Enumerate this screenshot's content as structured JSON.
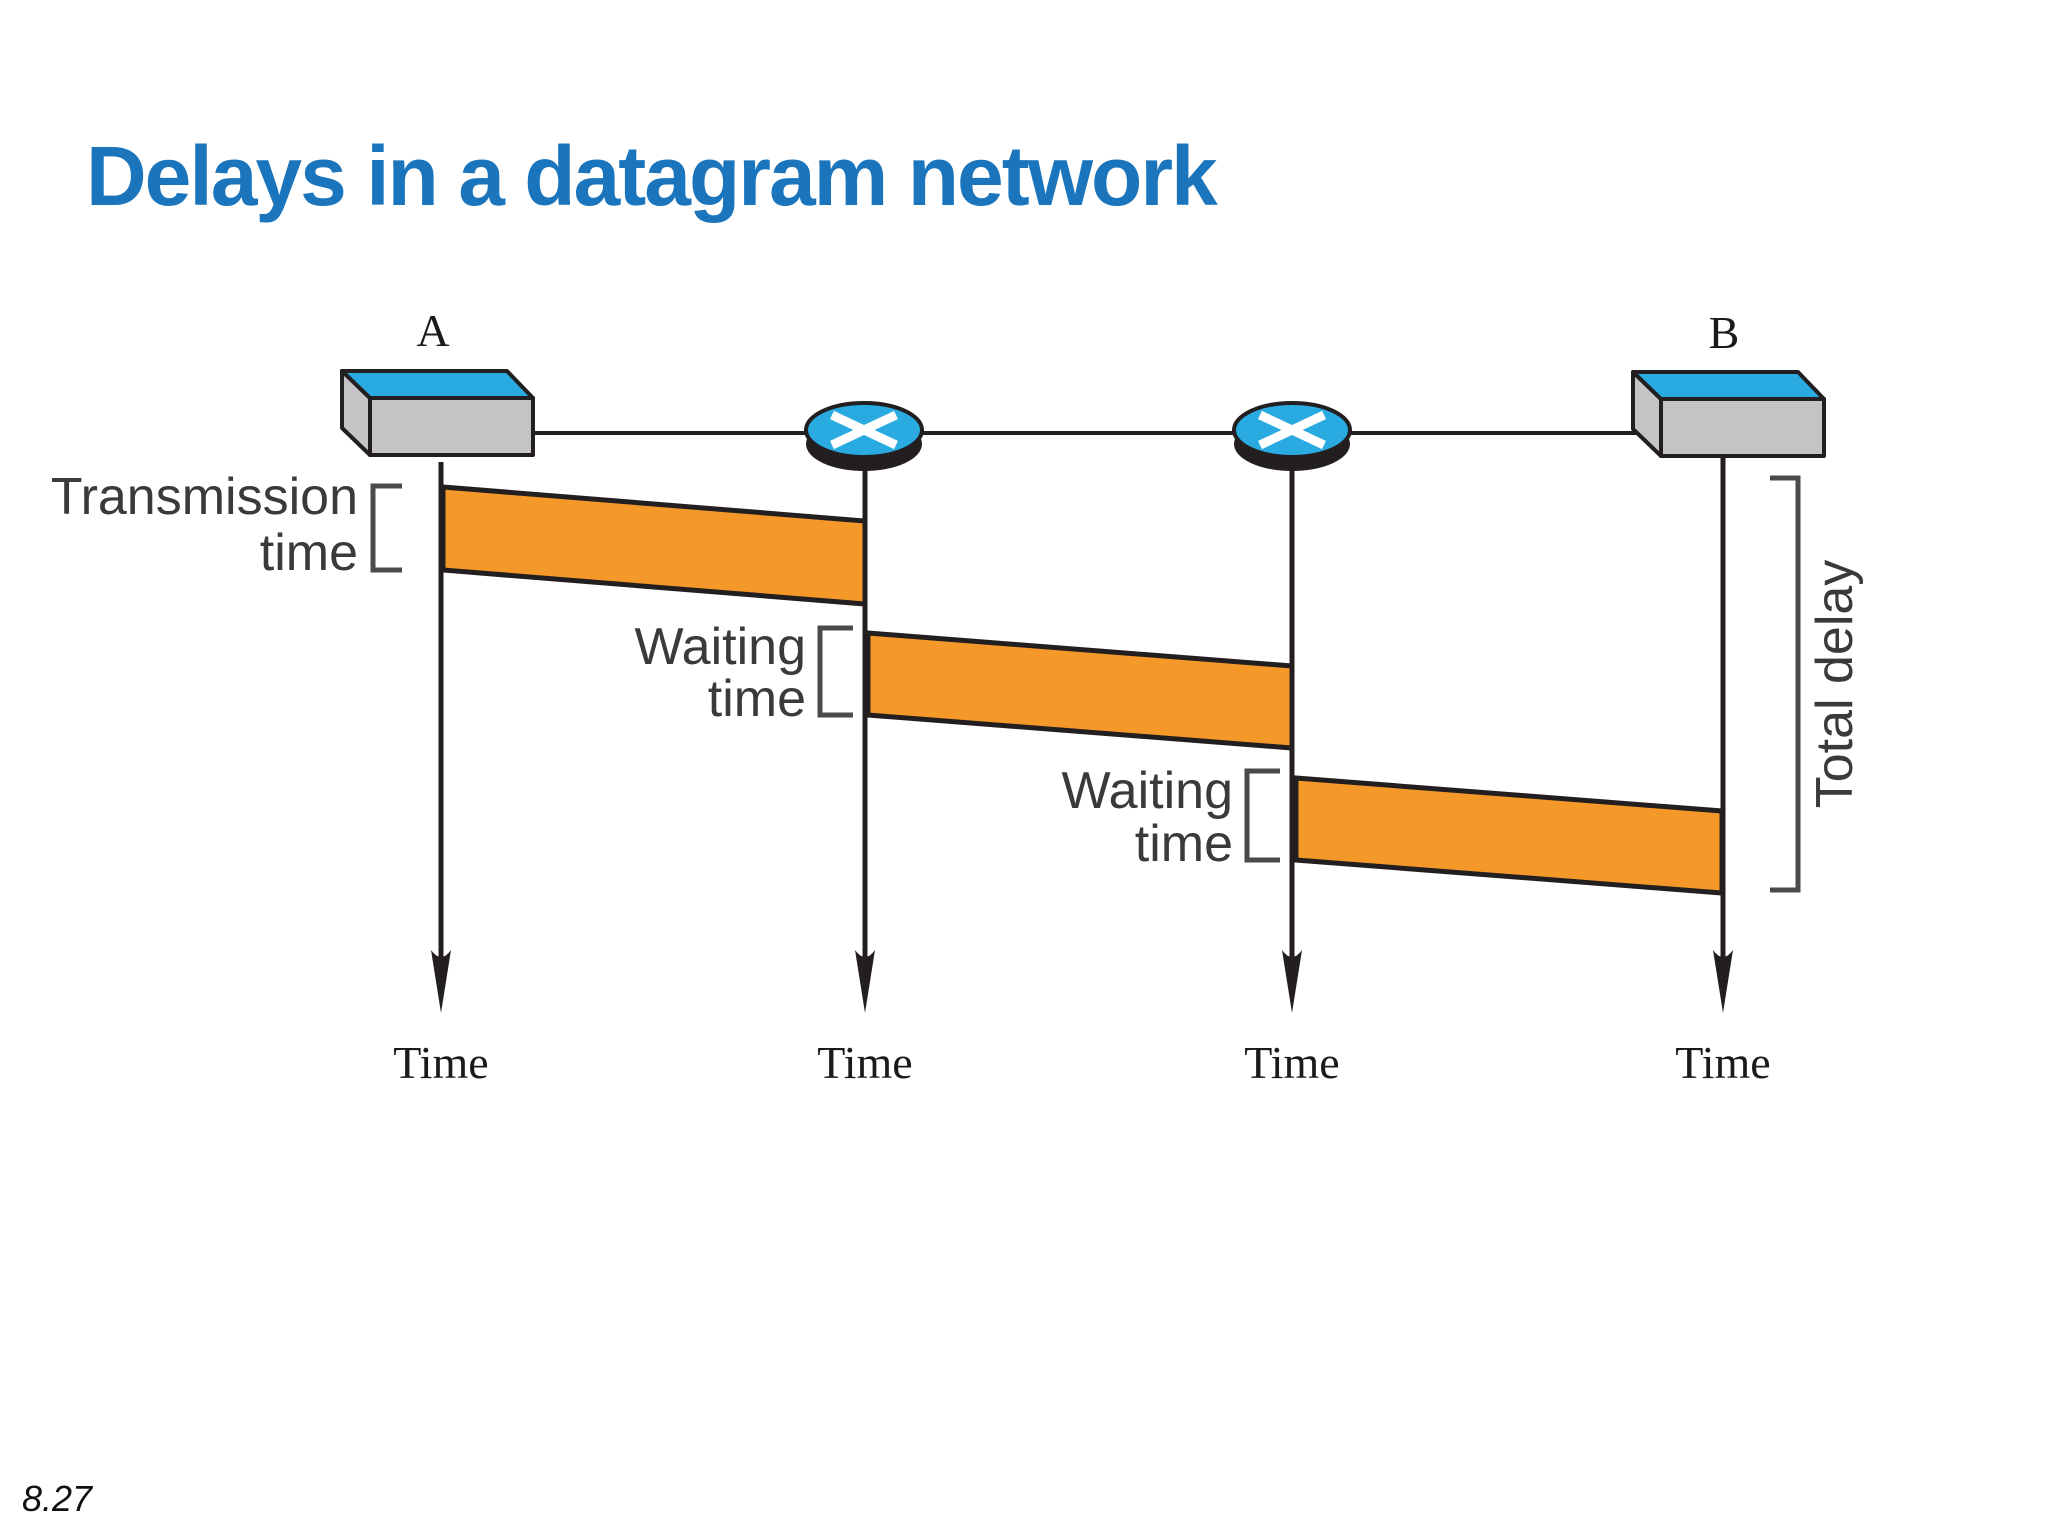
{
  "title": "Delays in a datagram network",
  "page_number": "8.27",
  "colors": {
    "title_blue": "#1B75BC",
    "device_cyan": "#29ABE2",
    "packet_orange": "#F49929",
    "device_gray": "#C4C4C6",
    "line_black": "#231F20",
    "label_gray": "#3A3A3A"
  },
  "diagram": {
    "hosts": [
      {
        "label": "A"
      },
      {
        "label": "B"
      }
    ],
    "annotations": {
      "transmission_time": {
        "line1": "Transmission",
        "line2": "time"
      },
      "waiting_time_1": {
        "line1": "Waiting",
        "line2": "time"
      },
      "waiting_time_2": {
        "line1": "Waiting",
        "line2": "time"
      },
      "total_delay": "Total delay"
    },
    "time_axes": [
      "Time",
      "Time",
      "Time",
      "Time"
    ]
  }
}
